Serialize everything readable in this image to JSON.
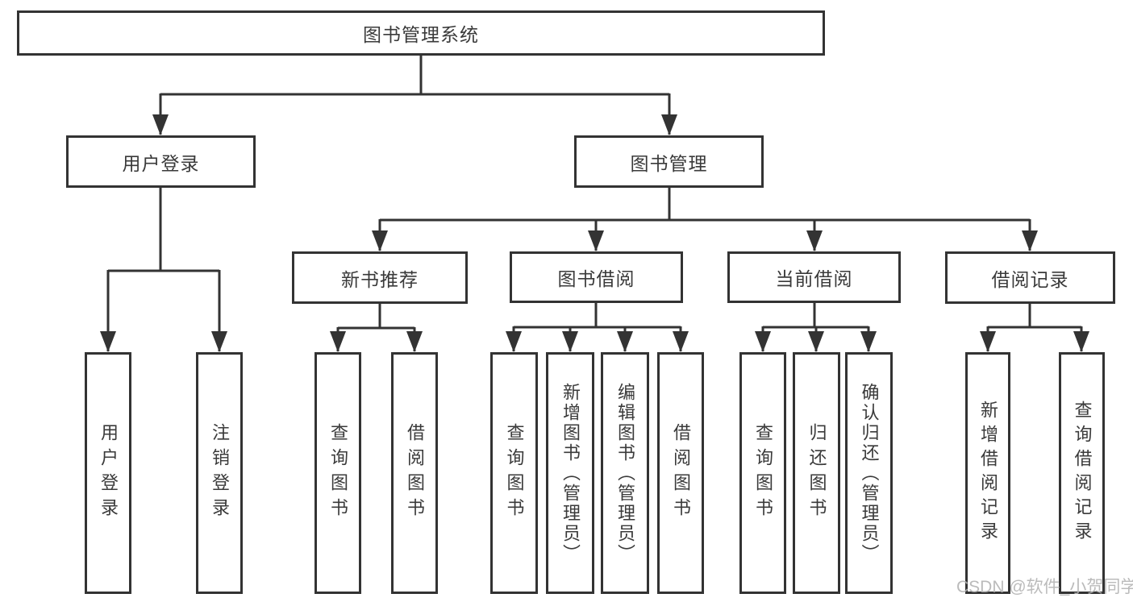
{
  "diagram": {
    "root": {
      "label": "图书管理系统"
    },
    "level2": {
      "user_login": {
        "label": "用户登录"
      },
      "book_mgmt": {
        "label": "图书管理"
      }
    },
    "level3": {
      "new_book_rec": {
        "label": "新书推荐"
      },
      "book_borrow": {
        "label": "图书借阅"
      },
      "current_borrow": {
        "label": "当前借阅"
      },
      "borrow_record": {
        "label": "借阅记录"
      }
    },
    "leaves": {
      "user_login": {
        "login": "用户登录",
        "logout": "注销登录"
      },
      "new_book_rec": {
        "query": "查询图书",
        "borrow": "借阅图书"
      },
      "book_borrow": {
        "query": "查询图书",
        "add": "新增图书（管理员）",
        "edit": "编辑图书（管理员）",
        "borrow": "借阅图书"
      },
      "current_borrow": {
        "query": "查询图书",
        "return": "归还图书",
        "confirm": "确认归还（管理员）"
      },
      "borrow_record": {
        "add": "新增借阅记录",
        "query": "查询借阅记录"
      }
    }
  },
  "watermark": {
    "text": "CSDN @软件_小贺同学"
  },
  "colors": {
    "line": "#333333",
    "text": "#3a3a3a",
    "watermark": "#b4b4b4",
    "background": "#ffffff"
  }
}
